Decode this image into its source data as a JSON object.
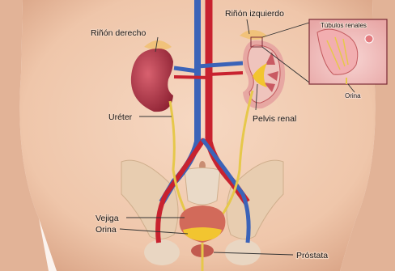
{
  "labels": {
    "left_kidney": "Riñón derecho",
    "right_kidney": "Riñón izquierdo",
    "tubules": "Túbulos renales",
    "urine_inset": "Orina",
    "ureter": "Uréter",
    "renal_pelvis": "Pelvis renal",
    "bladder": "Vejiga",
    "urine": "Orina",
    "prostate": "Próstata"
  },
  "colors": {
    "skin": "#f1cbb0",
    "skin_shadow": "#dca586",
    "kidney": "#b4384a",
    "aorta": "#c8222f",
    "vena_cava": "#3b63b8",
    "ureter": "#e6c84a",
    "bladder": "#d26a5a",
    "urine": "#f2c530"
  }
}
